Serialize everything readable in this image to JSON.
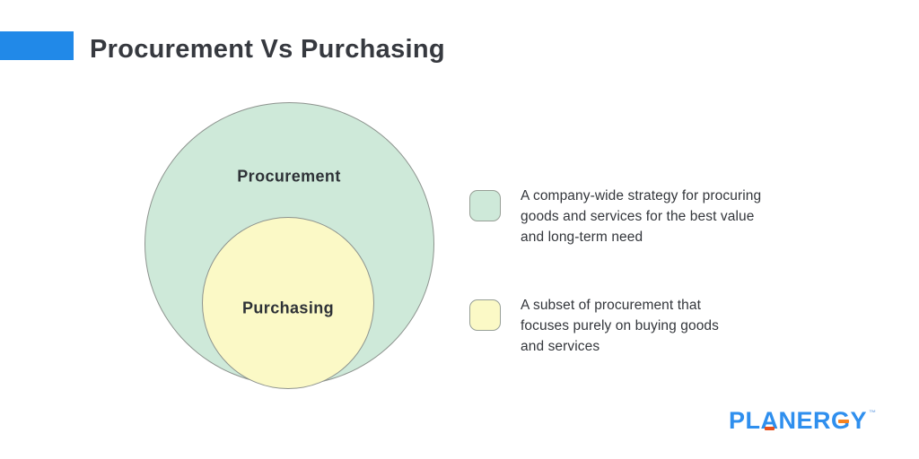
{
  "header": {
    "title": "Procurement Vs Purchasing",
    "accent_color": "#2189e8"
  },
  "diagram": {
    "outer": {
      "label": "Procurement",
      "fill": "#cee9d9"
    },
    "inner": {
      "label": "Purchasing",
      "fill": "#fbf9c6"
    }
  },
  "legend": [
    {
      "swatch_color": "#cee9d9",
      "lines": [
        "A company-wide strategy for procuring",
        "goods and services for the best value",
        "and long-term need"
      ]
    },
    {
      "swatch_color": "#fbf9c6",
      "lines": [
        "A subset of procurement that",
        "focuses purely on buying goods",
        "and services"
      ]
    }
  ],
  "logo": {
    "letters": [
      "P",
      "L",
      "A",
      "N",
      "E",
      "R",
      "G",
      "Y"
    ],
    "trademark": "™",
    "blue": "#2f8fee",
    "accent_a": "#e8501c",
    "accent_g": "#f58220",
    "tm_color": "#8ab4e8"
  }
}
